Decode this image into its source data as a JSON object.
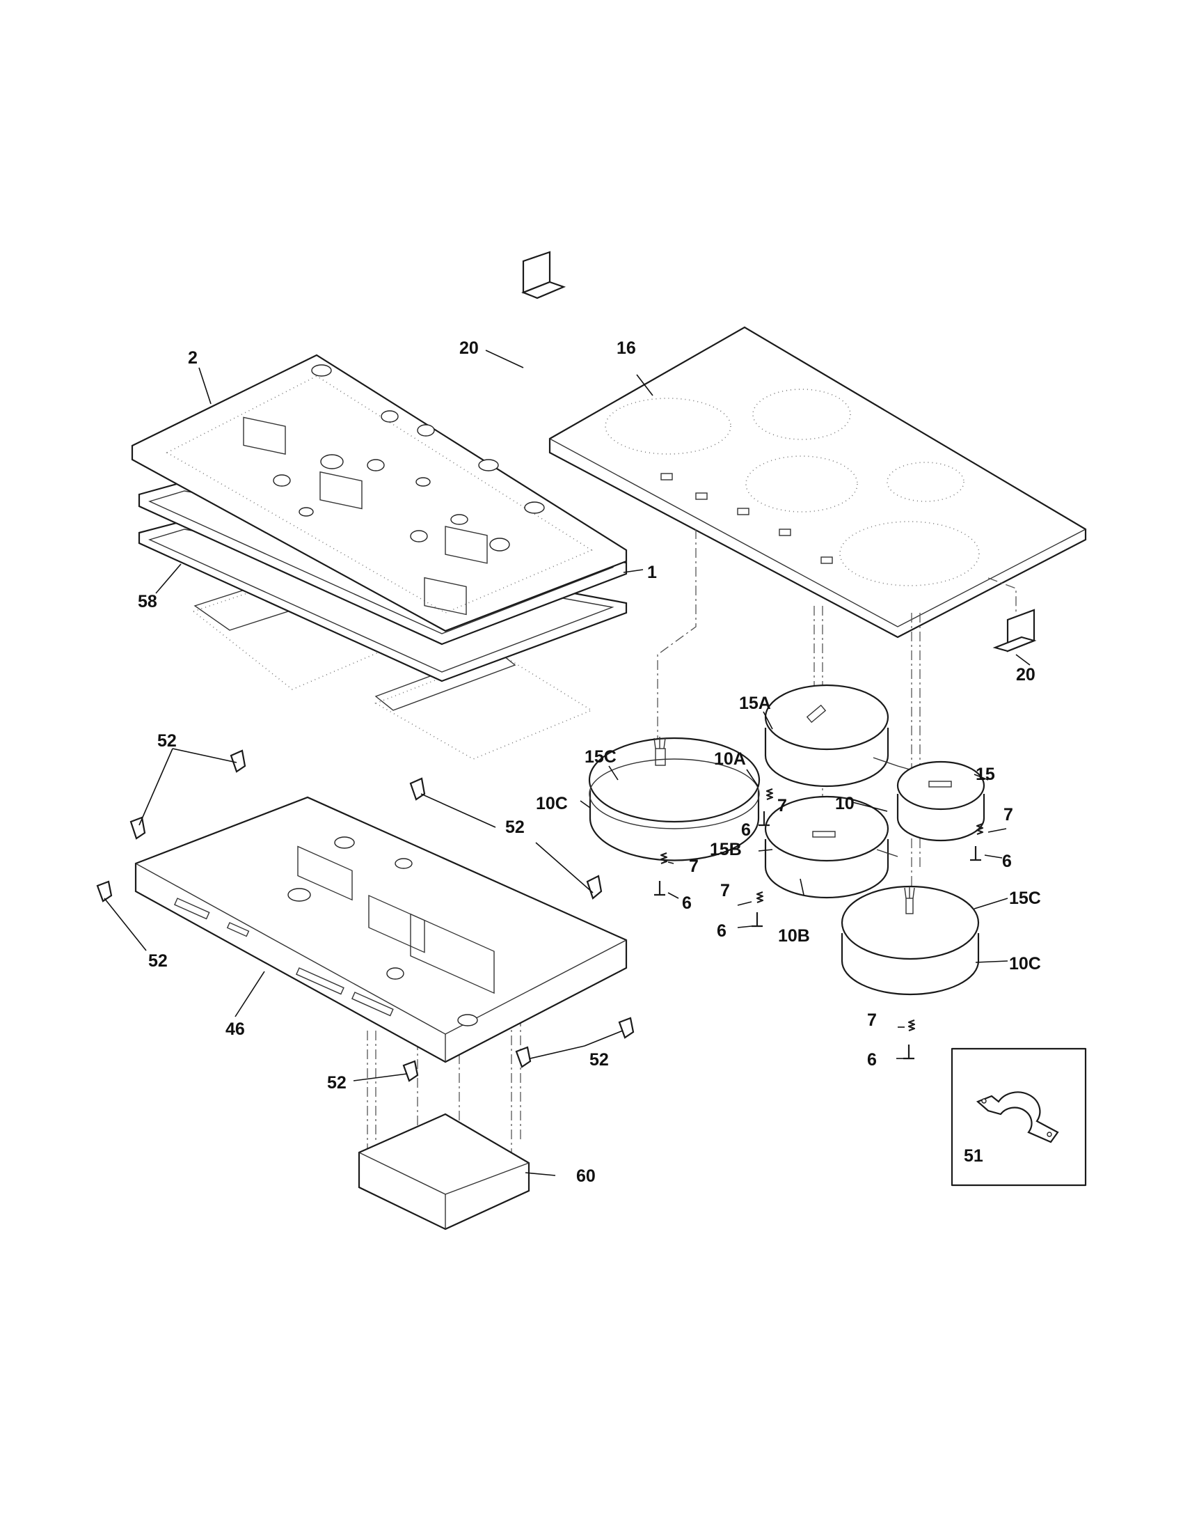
{
  "callouts": {
    "c1": "1",
    "c2": "2",
    "c6a": "6",
    "c6b": "6",
    "c6c": "6",
    "c6d": "6",
    "c6e": "6",
    "c7a": "7",
    "c7b": "7",
    "c7c": "7",
    "c7d": "7",
    "c7e": "7",
    "c10": "10",
    "c10a": "10A",
    "c10b": "10B",
    "c10c_left": "10C",
    "c10c_right": "10C",
    "c15": "15",
    "c15a": "15A",
    "c15b": "15B",
    "c15c_left": "15C",
    "c15c_right": "15C",
    "c16": "16",
    "c20_top": "20",
    "c20_right": "20",
    "c46": "46",
    "c51": "51",
    "c52_tl": "52",
    "c52_tr": "52",
    "c52_l": "52",
    "c52_bl": "52",
    "c52_br": "52",
    "c58": "58",
    "c60": "60"
  }
}
